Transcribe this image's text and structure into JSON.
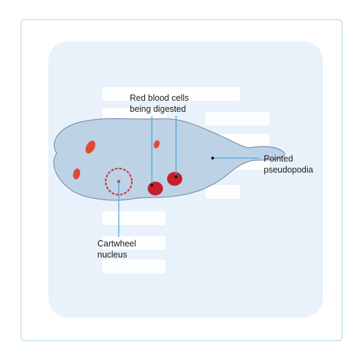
{
  "labels": {
    "red_blood_cells": "Red blood cells\nbeing digested",
    "pointed_pseudopodia": "Pointed\npseudopodia",
    "cartwheel_nucleus": "Cartwheel\nnucleus"
  },
  "colors": {
    "card_border": "#a9d6ea",
    "panel": "#e9f2fa",
    "cell_body": "#bcd2e6",
    "cell_outline": "#6f8aa4",
    "rbc_fill": "#c71f2e",
    "vacuole": "#e04a35",
    "nucleus": "#c83a3a",
    "leader_line": "#4aa8d6"
  }
}
